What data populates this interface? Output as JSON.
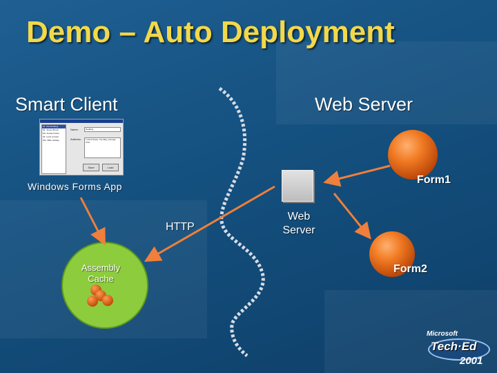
{
  "slide": {
    "title": "Demo – Auto Deployment",
    "client_heading": "Smart Client",
    "server_heading": "Web Server"
  },
  "client": {
    "app_label": "Windows Forms App",
    "cache_label": "Assembly Cache",
    "window": {
      "list_items": [
        "Mr. Otis Redding",
        "Mr. James Brown",
        "Ms. Aretha Frankl",
        "Mr. Louis Armstro",
        "Mrs. Billie Holiday"
      ],
      "name_label": "Name:",
      "name_value": "Redding",
      "address_label": "Address:",
      "address_value": "1 Dock Street, The Bay, Georgia, USA",
      "save_label": "Save",
      "load_label": "Load"
    }
  },
  "server": {
    "server_label": "Web Server",
    "form1_label": "Form1",
    "form2_label": "Form2"
  },
  "connection": {
    "protocol_label": "HTTP"
  },
  "logo": {
    "company": "Microsoft",
    "event": "Tech·Ed",
    "year": "2001"
  },
  "colors": {
    "background": "#1a5a8c",
    "title": "#f2d84a",
    "arrow": "#f07f3c",
    "cache_fill": "#8dcc3c",
    "sphere": "#e86412",
    "dashed_line": "#d6dce6"
  }
}
